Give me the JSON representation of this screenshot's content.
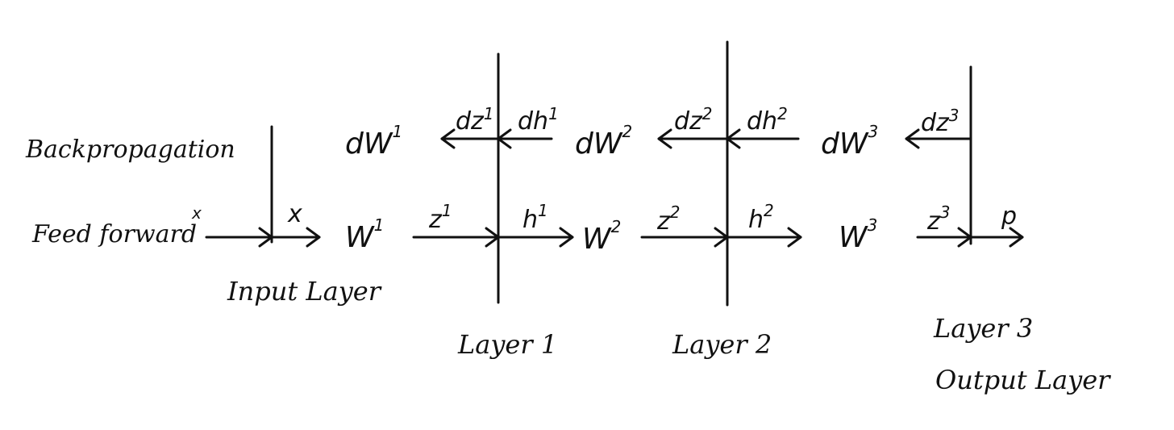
{
  "rows": {
    "backprop_label": "Backpropagation",
    "forward_label": "Feed forward"
  },
  "layers": [
    {
      "label": "Input Layer"
    },
    {
      "label": "Layer 1"
    },
    {
      "label": "Layer 2"
    },
    {
      "label": "Layer 3"
    },
    {
      "label": "Output Layer"
    }
  ],
  "forward": {
    "input_var": "x",
    "input_out": "x",
    "weights": [
      {
        "base": "W",
        "sup": "1"
      },
      {
        "base": "W",
        "sup": "2"
      },
      {
        "base": "W",
        "sup": "3"
      }
    ],
    "edges": [
      {
        "base": "z",
        "sup": "1"
      },
      {
        "base": "h",
        "sup": "1"
      },
      {
        "base": "z",
        "sup": "2"
      },
      {
        "base": "h",
        "sup": "2"
      },
      {
        "base": "z",
        "sup": "3"
      }
    ],
    "output_var": "p"
  },
  "backward": {
    "weights": [
      {
        "base": "dW",
        "sup": "1"
      },
      {
        "base": "dW",
        "sup": "2"
      },
      {
        "base": "dW",
        "sup": "3"
      }
    ],
    "edges": [
      {
        "base": "dz",
        "sup": "1"
      },
      {
        "base": "dh",
        "sup": "1"
      },
      {
        "base": "dz",
        "sup": "2"
      },
      {
        "base": "dh",
        "sup": "2"
      },
      {
        "base": "dz",
        "sup": "3"
      }
    ]
  }
}
